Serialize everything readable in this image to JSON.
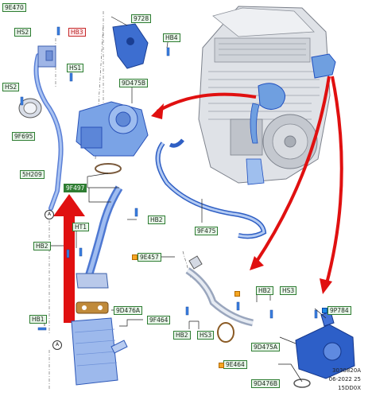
{
  "labels": {
    "l9E470": "9E470",
    "lHS2a": "HS2",
    "lHB3": "HB3",
    "l9728": "9728",
    "lHB4": "HB4",
    "lHS1": "HS1",
    "l9D475B": "9D475B",
    "lHS2b": "HS2",
    "l9F695": "9F695",
    "l5H209": "5H209",
    "l9F497": "9F497",
    "lHB2a": "HB2",
    "lHT1": "HT1",
    "lHB2b": "HB2",
    "l9F475": "9F475",
    "l9E457": "9E457",
    "l9D476A": "9D476A",
    "l9F464a": "9F464",
    "lHB1": "HB1",
    "lHB2c": "HB2",
    "lHS3a": "HS3",
    "lHB2d": "HB2",
    "lHS3b": "HS3",
    "l9P784": "9P784",
    "l9D475A": "9D475A",
    "l9E464": "9E464",
    "l9D476B": "9D476B"
  },
  "markers": {
    "a1": "A",
    "a2": "A"
  },
  "footer": {
    "line1": "3030820A",
    "line2": "06-2022 25",
    "line3": "15DD0X"
  },
  "colors": {
    "part_blue": "#6f9fe0",
    "part_dark_blue": "#1f4fbf",
    "engine_gray": "#b8bcc4",
    "arrow_red": "#e01010",
    "label_green": "#2e7d32",
    "label_red": "#c62828",
    "square_amber": "#f5a623"
  },
  "icons": {
    "fastener": "bolt-icon",
    "arrow": "flow-arrow-icon"
  }
}
